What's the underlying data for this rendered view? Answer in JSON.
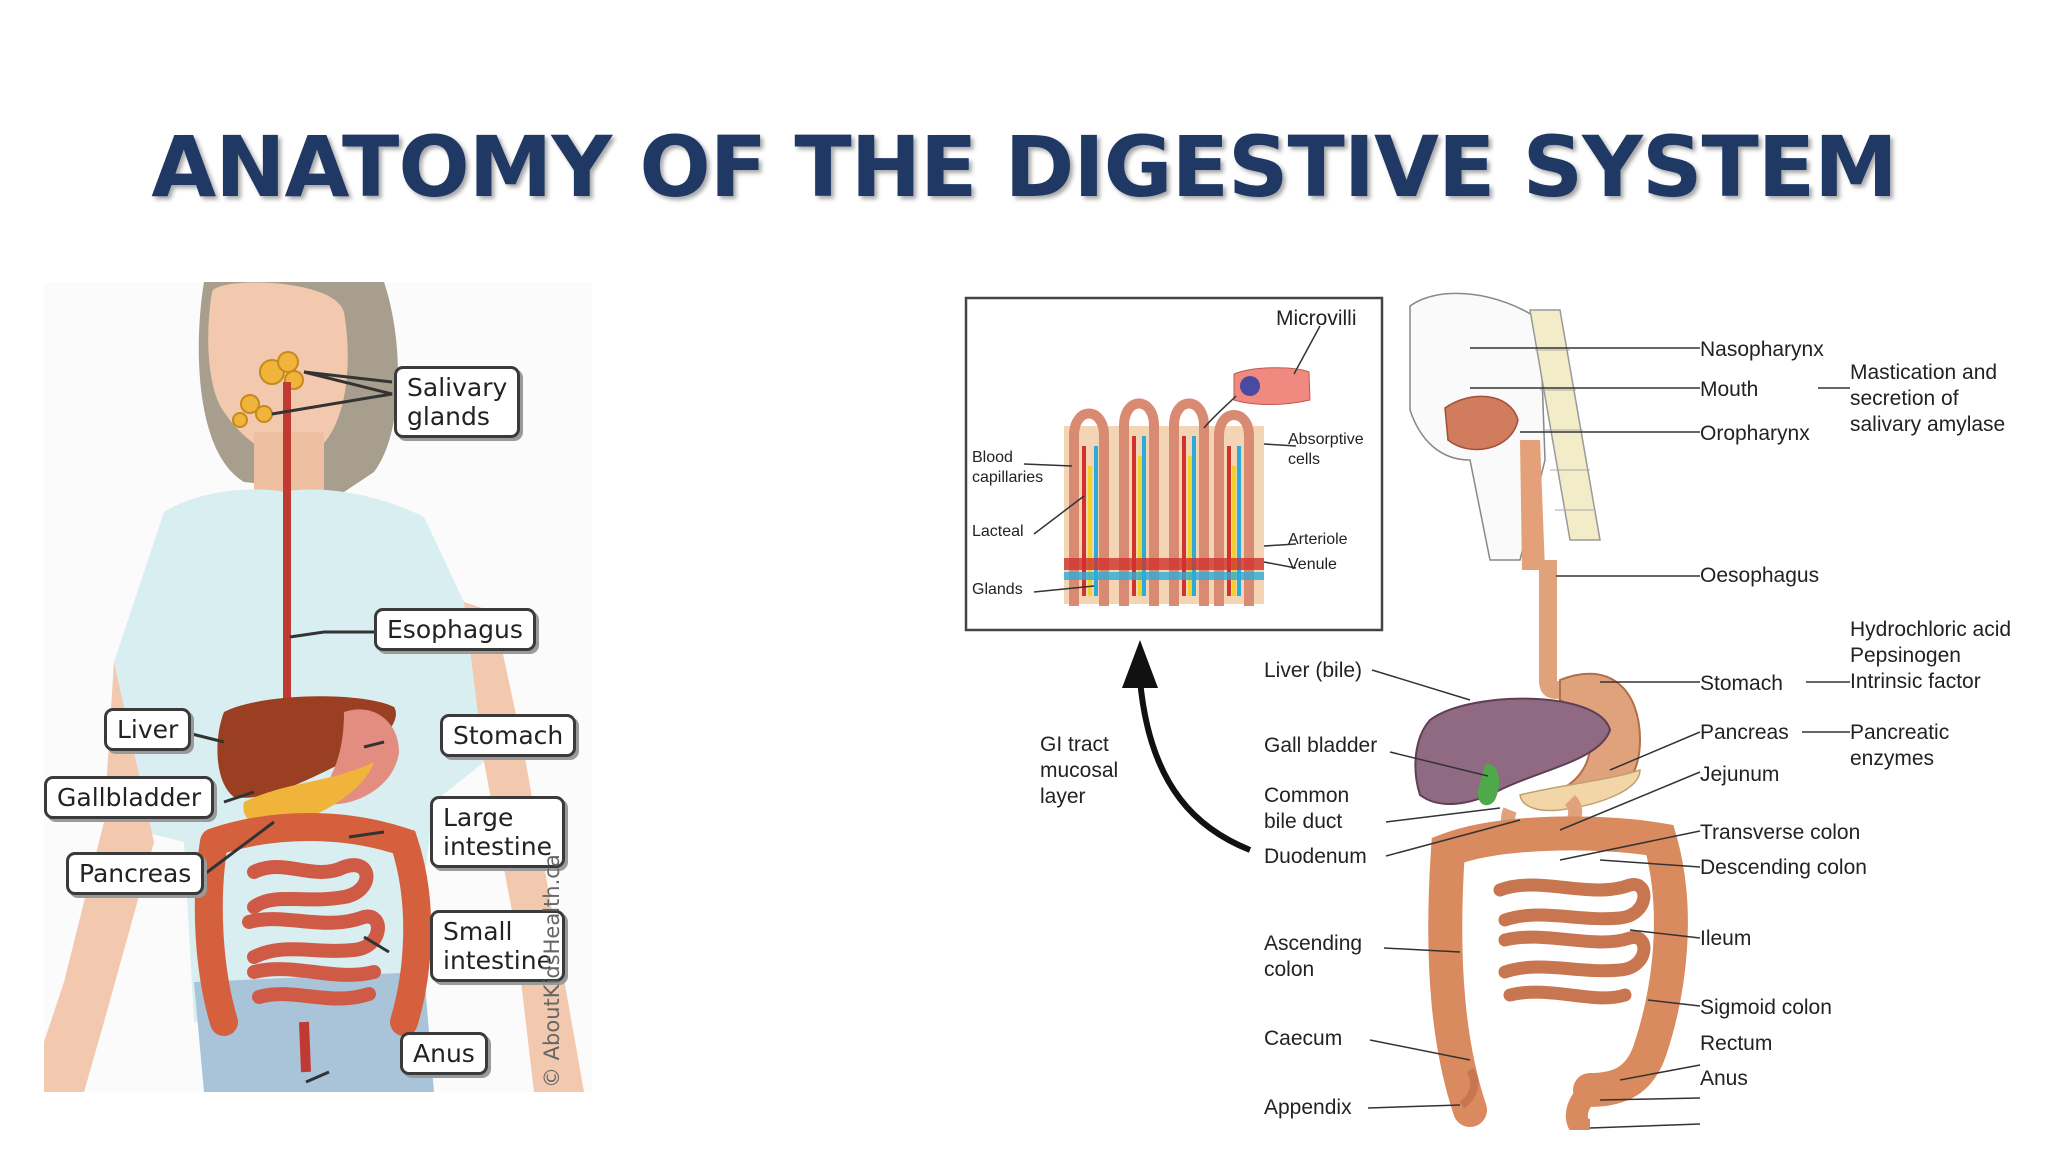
{
  "title": "ANATOMY OF THE DIGESTIVE SYSTEM",
  "left_diagram": {
    "callouts": {
      "salivary": [
        "Salivary",
        "glands"
      ],
      "esophagus": "Esophagus",
      "liver": "Liver",
      "stomach": "Stomach",
      "gallbladder": "Gallbladder",
      "large_intestine": [
        "Large",
        "intestine"
      ],
      "pancreas": "Pancreas",
      "small_intestine": [
        "Small",
        "intestine"
      ],
      "anus": "Anus"
    },
    "copyright": "© AboutKidsHealth.ca"
  },
  "inset": {
    "microvilli": "Microvilli",
    "blood_capillaries": [
      "Blood",
      "capillaries"
    ],
    "absorptive_cells": [
      "Absorptive",
      "cells"
    ],
    "lacteal": "Lacteal",
    "arteriole": "Arteriole",
    "venule": "Venule",
    "glands": "Glands"
  },
  "gi_tract": [
    "GI tract",
    "mucosal",
    "layer"
  ],
  "right_labels": {
    "nasopharynx": "Nasopharynx",
    "mouth": "Mouth",
    "oropharynx": "Oropharynx",
    "oesophagus": "Oesophagus",
    "liver_bile": "Liver (bile)",
    "stomach": "Stomach",
    "gall_bladder": "Gall bladder",
    "pancreas": "Pancreas",
    "jejunum": "Jejunum",
    "common_bile_duct": [
      "Common",
      "bile duct"
    ],
    "transverse_colon": "Transverse colon",
    "duodenum": "Duodenum",
    "descending_colon": "Descending colon",
    "ascending_colon": [
      "Ascending",
      "colon"
    ],
    "ileum": "Ileum",
    "sigmoid_colon": "Sigmoid colon",
    "caecum": "Caecum",
    "rectum": "Rectum",
    "anus": "Anus",
    "appendix": "Appendix"
  },
  "function_notes": {
    "mastication": [
      "Mastication and",
      "secretion of",
      "salivary amylase"
    ],
    "stomach_secretions": [
      "Hydrochloric acid",
      "Pepsinogen",
      "Intrinsic factor"
    ],
    "pancreatic": [
      "Pancreatic",
      "enzymes"
    ]
  },
  "colors": {
    "title": "#1f3864",
    "liver": "#8f6a82",
    "stomach": "#e0a27a",
    "intestine": "#d98a5e",
    "skin": "#f2c9ae",
    "shirt": "#d9eef1"
  }
}
